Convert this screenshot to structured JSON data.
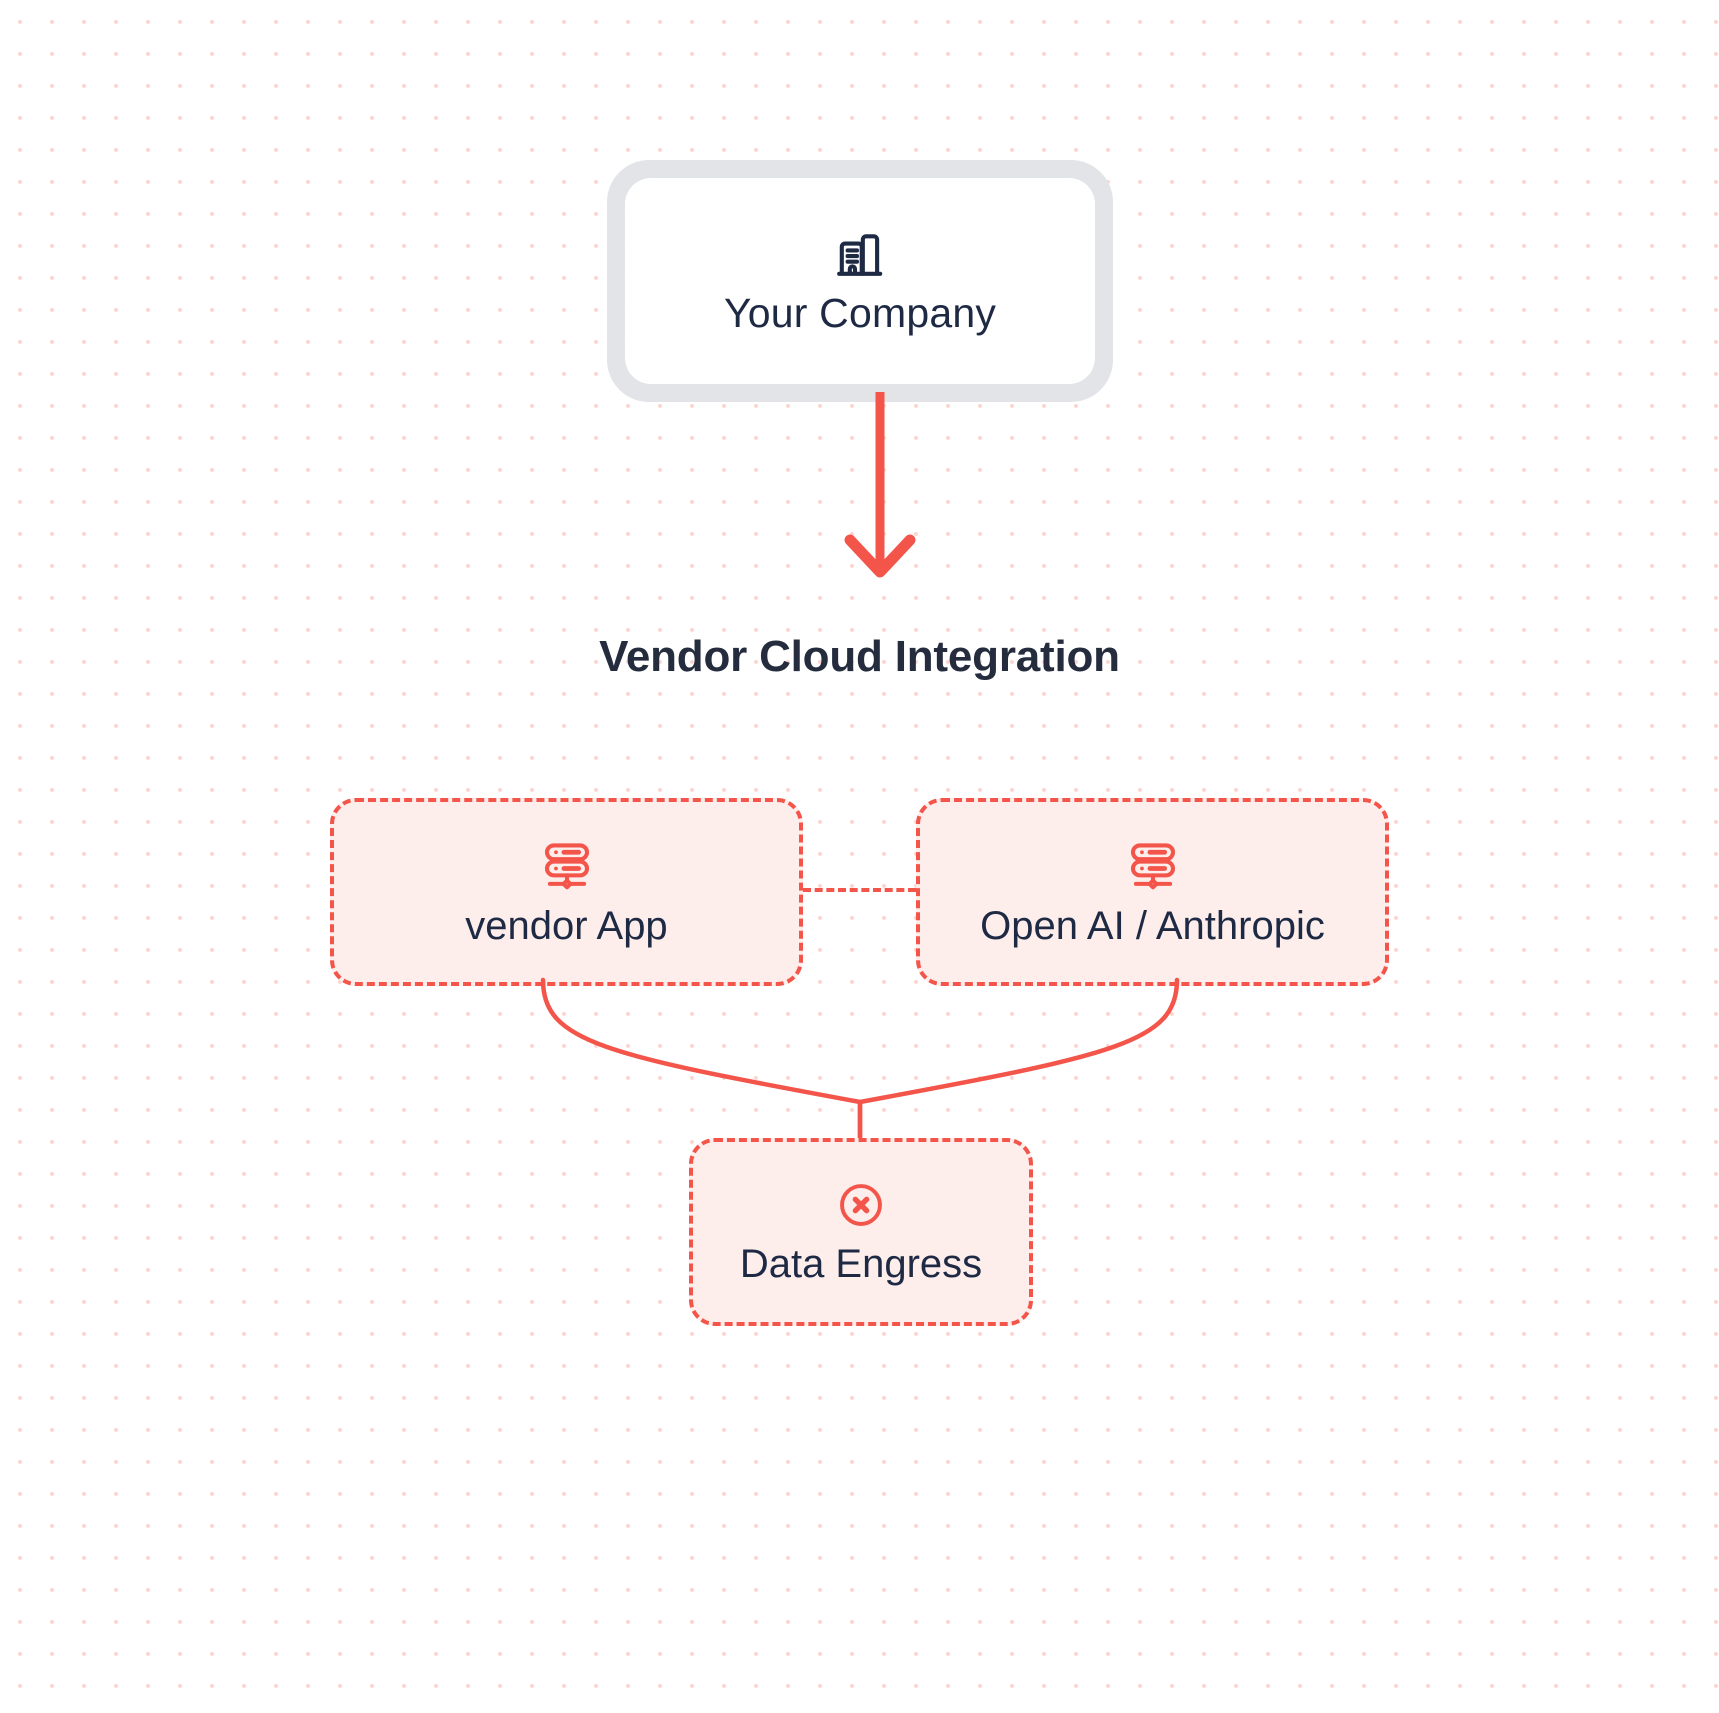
{
  "diagram": {
    "title": "Vendor Cloud Integration",
    "background": {
      "dot_color": "#fbd5d0",
      "page_color": "#ffffff"
    },
    "colors": {
      "accent_red": "#f4554a",
      "node_fill": "#fdeeec",
      "text_navy": "#1e2a44",
      "frame_gray": "#e2e4e8"
    },
    "company": {
      "label": "Your Company",
      "icon": "building-icon"
    },
    "arrow": {
      "direction": "down",
      "from": "Your Company",
      "to": "Vendor Cloud Integration"
    },
    "nodes": [
      {
        "id": "vendor-app",
        "label": "vendor App",
        "icon": "server-icon",
        "style": "dashed"
      },
      {
        "id": "openai-anthropic",
        "label": "Open AI / Anthropic",
        "icon": "server-icon",
        "style": "dashed"
      },
      {
        "id": "data-egress",
        "label": "Data Engress",
        "icon": "circle-x-icon",
        "style": "dashed"
      }
    ],
    "connectors": [
      {
        "from": "vendor App",
        "to": "Open AI / Anthropic",
        "style": "dashed-horizontal"
      },
      {
        "from": "vendor App",
        "to": "Data Engress",
        "style": "curve"
      },
      {
        "from": "Open AI / Anthropic",
        "to": "Data Engress",
        "style": "curve"
      }
    ]
  }
}
